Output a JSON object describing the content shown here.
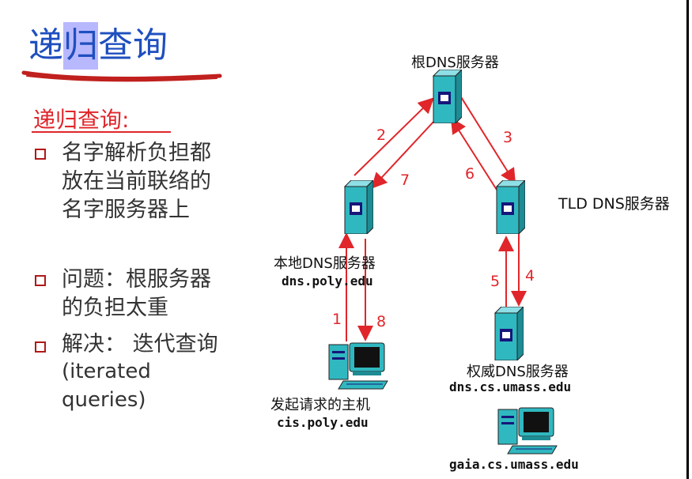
{
  "slide": {
    "title_chars": [
      "递",
      "归",
      "查询"
    ],
    "subhead": "递归查询:",
    "bullets": [
      {
        "text": "名字解析负担都\n放在当前联络的\n名字服务器上"
      },
      {
        "text": "问题：根服务器\n的负担太重"
      },
      {
        "text": "解决： 迭代查询",
        "text_en": "(iterated\nqueries)"
      }
    ]
  },
  "diagram": {
    "root_server_label": "根DNS服务器",
    "tld_server_label": "TLD DNS服务器",
    "local_server_label": "本地DNS服务器",
    "local_server_host": "dns.poly.edu",
    "auth_server_label": "权威DNS服务器",
    "auth_server_host": "dns.cs.umass.edu",
    "requester_label": "发起请求的主机",
    "requester_host": "cis.poly.edu",
    "dest_host": "gaia.cs.umass.edu",
    "steps": [
      "1",
      "2",
      "3",
      "4",
      "5",
      "6",
      "7",
      "8"
    ],
    "arrow_color": "#e0262a",
    "server_color": "#30b8c0"
  }
}
